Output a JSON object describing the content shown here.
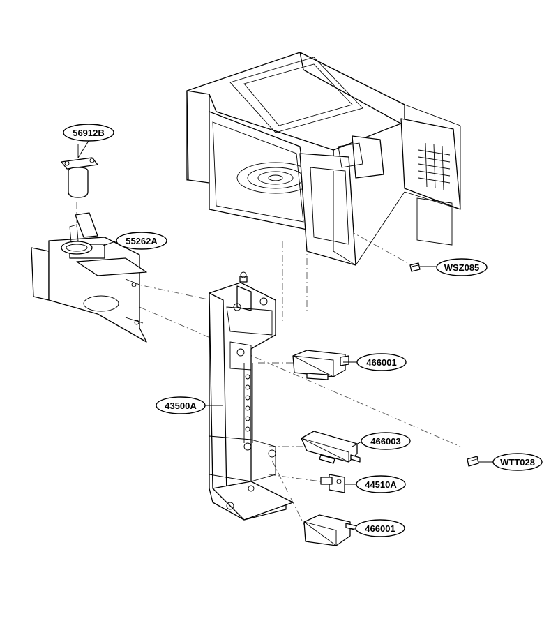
{
  "callouts": [
    {
      "id": "c1",
      "label": "56912B"
    },
    {
      "id": "c2",
      "label": "55262A"
    },
    {
      "id": "c3",
      "label": "WSZ085"
    },
    {
      "id": "c4",
      "label": "466001"
    },
    {
      "id": "c5",
      "label": "43500A"
    },
    {
      "id": "c6",
      "label": "466003"
    },
    {
      "id": "c7",
      "label": "WTT028"
    },
    {
      "id": "c8",
      "label": "44510A"
    },
    {
      "id": "c9",
      "label": "466001"
    }
  ]
}
